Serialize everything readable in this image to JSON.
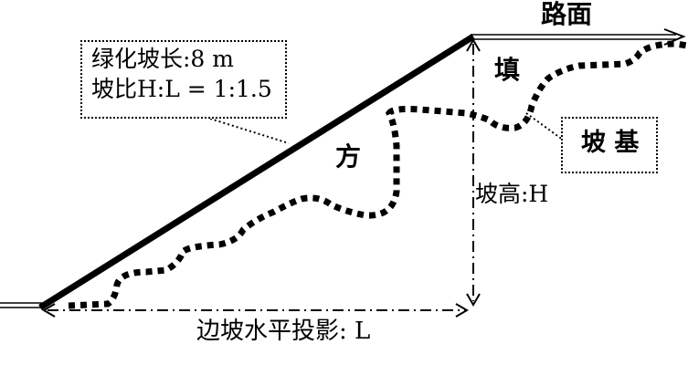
{
  "labels": {
    "road_surface": "路面",
    "fill_char_1": "填",
    "fill_char_2": "方",
    "slope_height": "坡高:H",
    "horizontal_projection": "边坡水平投影: L"
  },
  "callout_green_slope": {
    "line1": "绿化坡长:8 m",
    "line2": "坡比H:L = 1:1.5"
  },
  "callout_foundation": {
    "text": "坡 基"
  },
  "colors": {
    "ink": "#000000",
    "background": "#ffffff"
  }
}
